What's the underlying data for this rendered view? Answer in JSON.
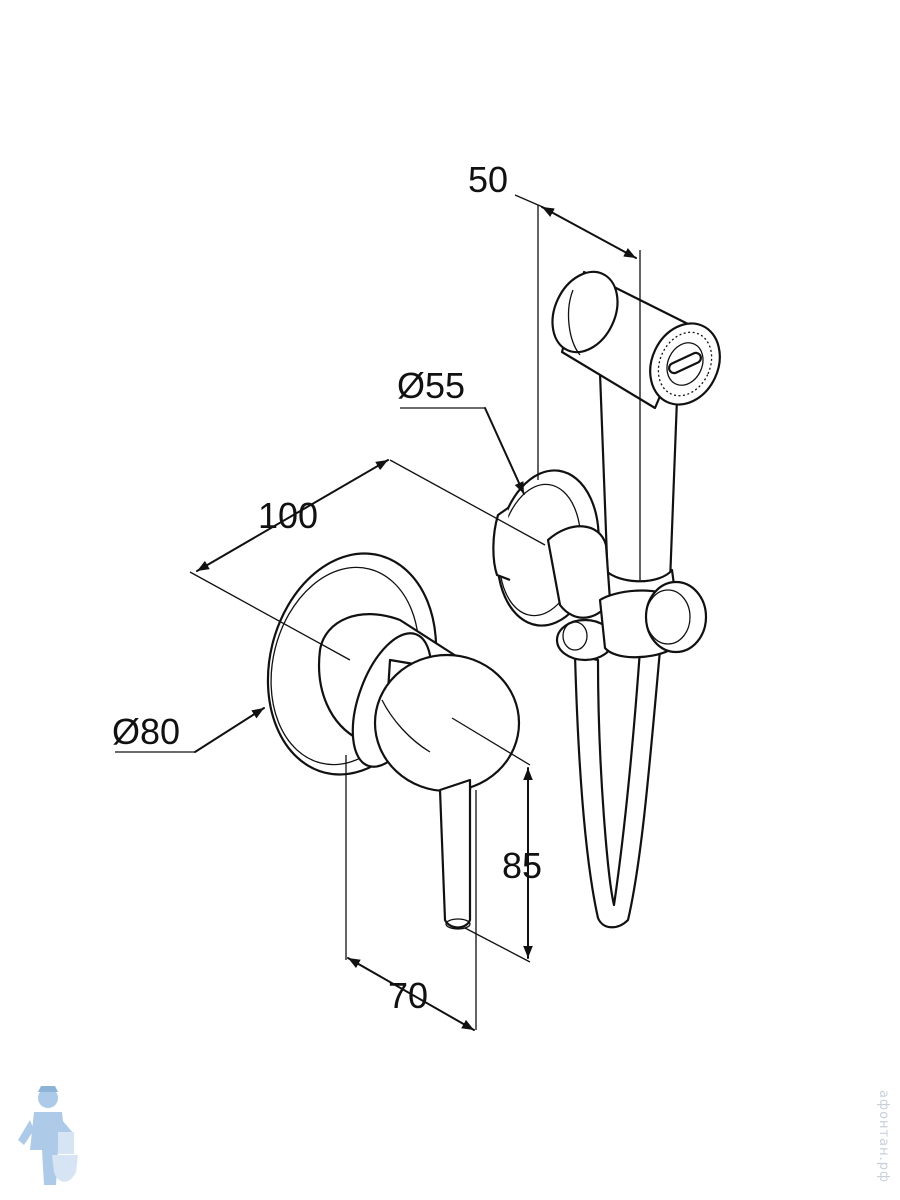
{
  "dimensions": {
    "hand_shower_width": "50",
    "holder_diameter": "Ø55",
    "wall_depth": "100",
    "rosette_diameter": "Ø80",
    "handle_height": "85",
    "handle_length": "70"
  },
  "watermark": {
    "text": "афонтан.рф",
    "logo_icon": "plumber-mascot-icon"
  },
  "colors": {
    "line": "#111111",
    "background": "#ffffff",
    "watermark": "#c8d0dc",
    "mascot_blue": "#9fc3e4"
  }
}
